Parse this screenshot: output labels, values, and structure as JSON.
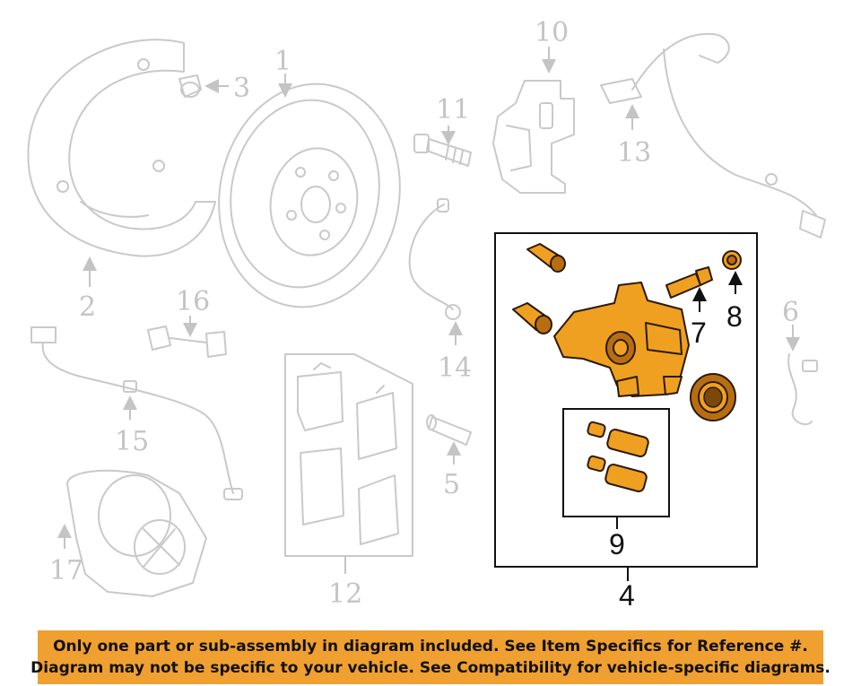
{
  "callouts": {
    "c1": "1",
    "c2": "2",
    "c3": "3",
    "c4": "4",
    "c5": "5",
    "c6": "6",
    "c7": "7",
    "c8": "8",
    "c9": "9",
    "c10": "10",
    "c11": "11",
    "c12": "12",
    "c13": "13",
    "c14": "14",
    "c15": "15",
    "c16": "16",
    "c17": "17"
  },
  "notice": {
    "line1": "Only one part or sub-assembly in diagram included. See Item Specifics for Reference #.",
    "line2": "Diagram may not be specific to your vehicle. See Compatibility for vehicle-specific diagrams."
  },
  "colors": {
    "highlight": "#f0a020",
    "ghost": "#c9c9c9",
    "banner": "#f0a030"
  }
}
